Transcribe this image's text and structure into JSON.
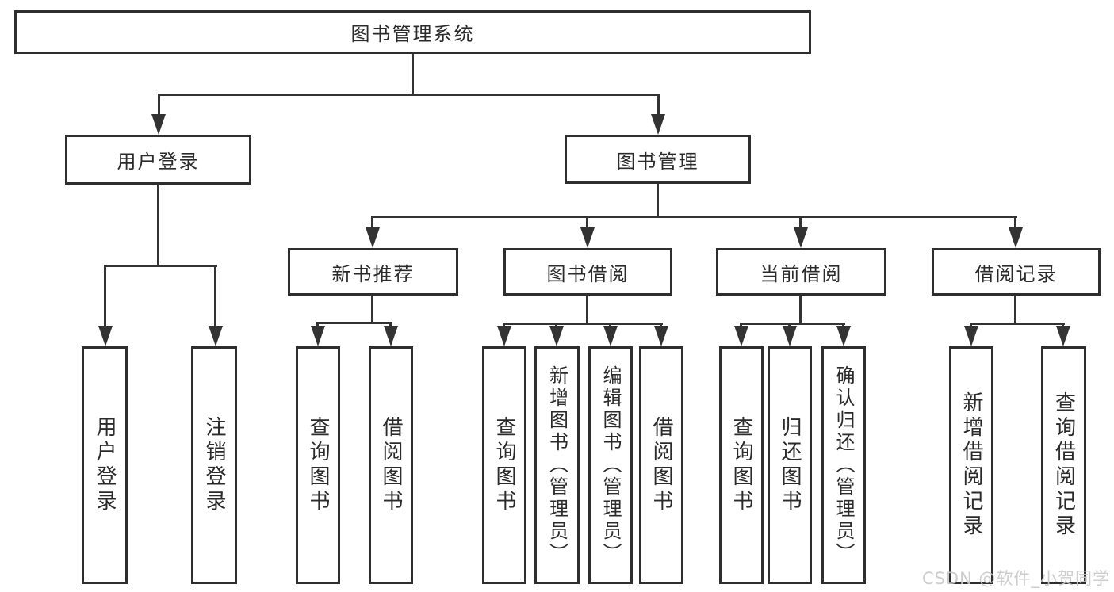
{
  "root": {
    "label": "图书管理系统"
  },
  "level2": [
    {
      "label": "用户登录"
    },
    {
      "label": "图书管理"
    }
  ],
  "level3": [
    {
      "label": "新书推荐",
      "parent": "图书管理"
    },
    {
      "label": "图书借阅",
      "parent": "图书管理"
    },
    {
      "label": "当前借阅",
      "parent": "图书管理"
    },
    {
      "label": "借阅记录",
      "parent": "图书管理"
    }
  ],
  "leaves": [
    {
      "label": "用户登录",
      "parent": "用户登录"
    },
    {
      "label": "注销登录",
      "parent": "用户登录"
    },
    {
      "label": "查询图书",
      "parent": "新书推荐"
    },
    {
      "label": "借阅图书",
      "parent": "新书推荐"
    },
    {
      "label": "查询图书",
      "parent": "图书借阅"
    },
    {
      "label": "新增图书（管理员）",
      "parent": "图书借阅"
    },
    {
      "label": "编辑图书（管理员）",
      "parent": "图书借阅"
    },
    {
      "label": "借阅图书",
      "parent": "图书借阅"
    },
    {
      "label": "查询图书",
      "parent": "当前借阅"
    },
    {
      "label": "归还图书",
      "parent": "当前借阅"
    },
    {
      "label": "确认归还（管理员）",
      "parent": "当前借阅"
    },
    {
      "label": "新增借阅记录",
      "parent": "借阅记录"
    },
    {
      "label": "查询借阅记录",
      "parent": "借阅记录"
    }
  ],
  "watermark": {
    "text": "CSDN @软件_小贺同学"
  },
  "colors": {
    "line": "#333333",
    "text": "#2b2b2b",
    "border": "#2e2e2e",
    "box_background": "#ffffff",
    "watermark": "#c8c8c8"
  }
}
